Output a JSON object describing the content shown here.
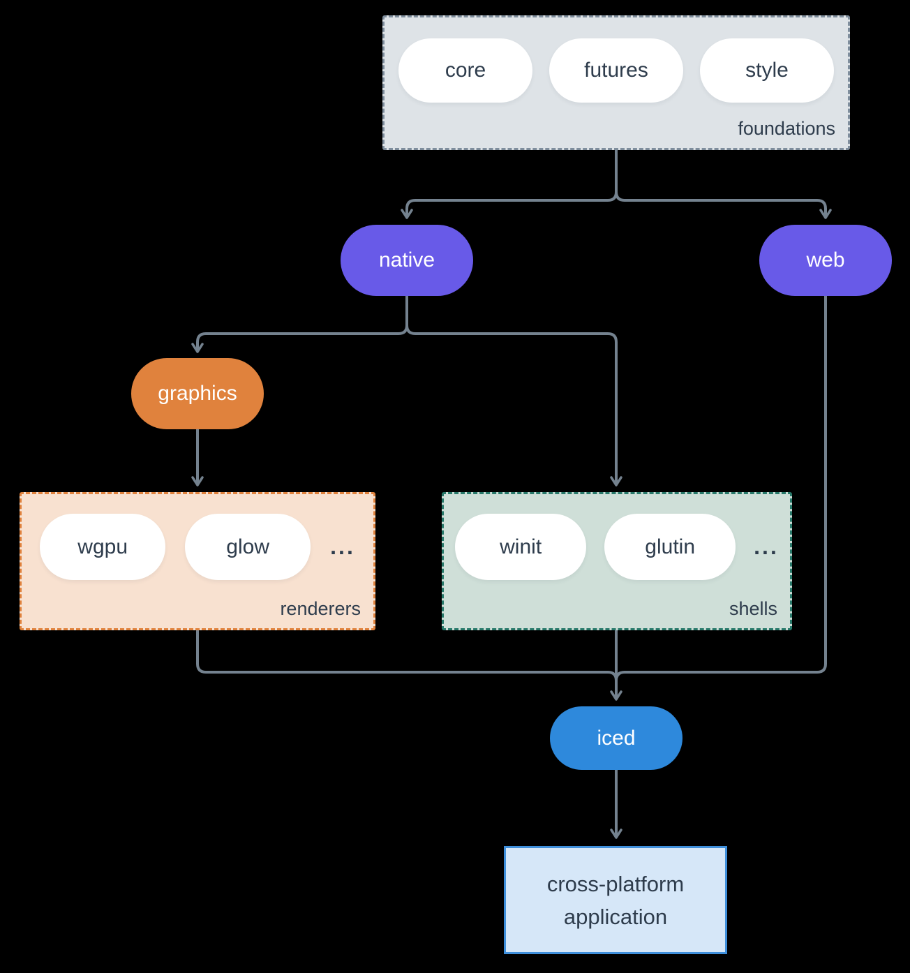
{
  "diagram": {
    "title_semantic": "iced ecosystem architecture diagram",
    "colors": {
      "background": "#000000",
      "connector": "#74828f",
      "dark_text": "#2e3c4c",
      "purple_node": "#685ae8",
      "orange_node": "#e0823d",
      "blue_node": "#2e89dc",
      "foundations_fill": "#dee3e7",
      "foundations_border": "#7e8d9c",
      "renderers_fill": "#f8e1d0",
      "renderers_border": "#e0823d",
      "shells_fill": "#cfdfd8",
      "shells_border": "#28796a",
      "app_fill": "#d6e7f8",
      "app_border": "#3f8fdb"
    },
    "groups": {
      "foundations": {
        "label": "foundations",
        "items": [
          "core",
          "futures",
          "style"
        ]
      },
      "renderers": {
        "label": "renderers",
        "items": [
          "wgpu",
          "glow"
        ],
        "ellipsis": "..."
      },
      "shells": {
        "label": "shells",
        "items": [
          "winit",
          "glutin"
        ],
        "ellipsis": "..."
      }
    },
    "nodes": {
      "native": {
        "label": "native"
      },
      "web": {
        "label": "web"
      },
      "graphics": {
        "label": "graphics"
      },
      "iced": {
        "label": "iced"
      }
    },
    "app": {
      "label_lines": [
        "cross-platform",
        "application"
      ]
    },
    "edges": [
      "foundations -> native",
      "foundations -> web",
      "native -> graphics",
      "native -> shells",
      "graphics -> renderers",
      "renderers -> iced",
      "shells -> iced",
      "web -> iced",
      "iced -> cross-platform application"
    ]
  }
}
